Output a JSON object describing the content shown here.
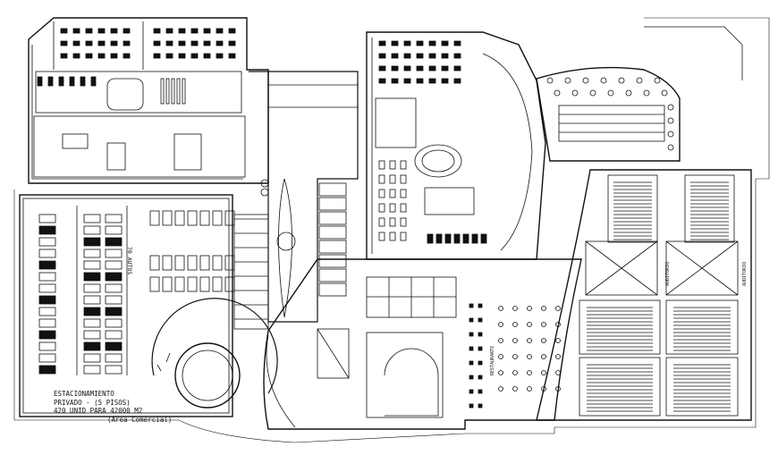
{
  "parking": {
    "line1": "ESTACIONAMIENTO",
    "line2": "PRIVADO - (5 PISOS)",
    "line3": "420 UNID PARA 42000 M2",
    "line4": "(Area Comercial)",
    "side_label": "70 AUTOS"
  },
  "labels": {
    "restaurant": "RESTAURANTE",
    "auditorium_a": "AUDITORIO",
    "auditorium_b": "AUDITORIO"
  },
  "colors": {
    "line": "#111111",
    "paper": "#ffffff"
  }
}
